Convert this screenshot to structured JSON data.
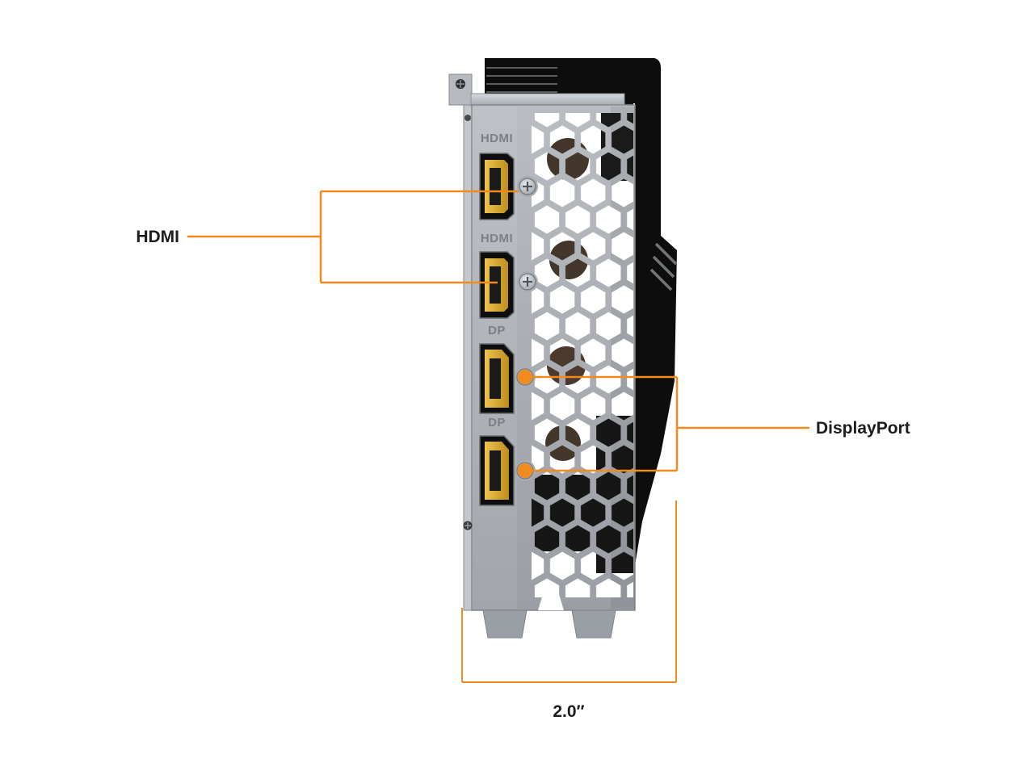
{
  "diagram": {
    "callouts": {
      "hdmi": {
        "label": "HDMI"
      },
      "displayport": {
        "label": "DisplayPort"
      }
    },
    "dimension": {
      "label": "2.0″"
    },
    "bracket": {
      "ports": [
        {
          "type": "HDMI",
          "engraving": "HDMI"
        },
        {
          "type": "HDMI",
          "engraving": "HDMI"
        },
        {
          "type": "DisplayPort",
          "engraving": "DP"
        },
        {
          "type": "DisplayPort",
          "engraving": "DP"
        }
      ]
    },
    "colors": {
      "accent": "#F28A1E",
      "label_text": "#1D1D1F",
      "bracket_metal": "#A9ADB2",
      "card_body": "#0D0D0D",
      "connector_gold": "#D9A62E"
    }
  }
}
